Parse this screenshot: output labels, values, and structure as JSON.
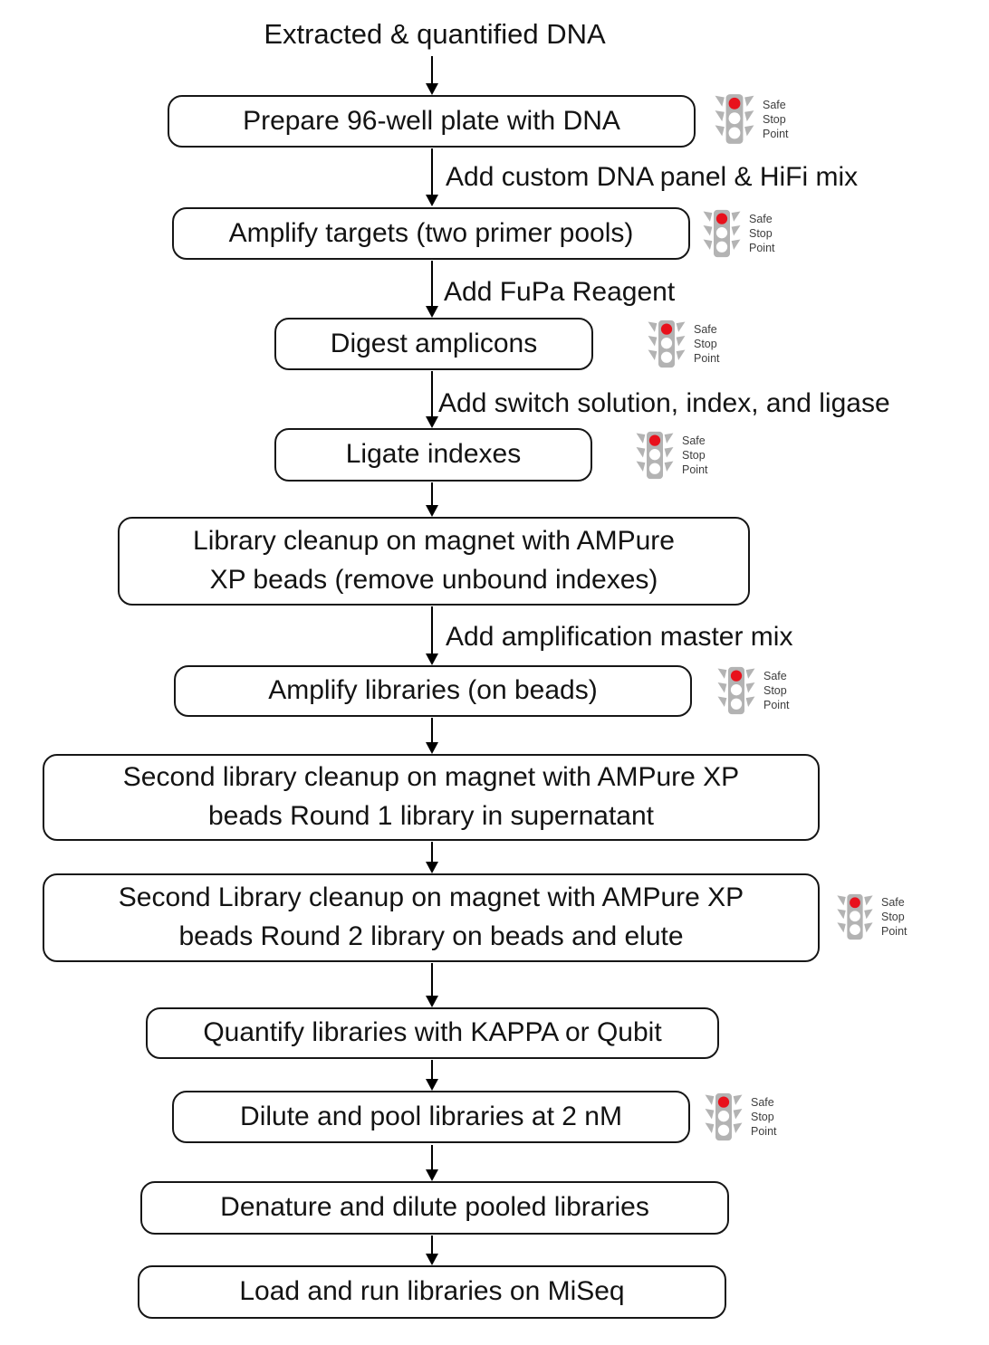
{
  "diagram": {
    "title": "Extracted & quantified DNA",
    "nodes": [
      {
        "id": "prepare-plate",
        "lines": [
          "Prepare 96-well plate with DNA"
        ],
        "safe_stop_point": true
      },
      {
        "id": "amplify-targets",
        "lines": [
          "Amplify targets (two primer pools)"
        ],
        "safe_stop_point": true
      },
      {
        "id": "digest-amplicons",
        "lines": [
          "Digest amplicons"
        ],
        "safe_stop_point": true
      },
      {
        "id": "ligate-indexes",
        "lines": [
          "Ligate indexes"
        ],
        "safe_stop_point": true
      },
      {
        "id": "library-cleanup",
        "lines": [
          "Library cleanup on magnet with AMPure",
          "XP beads (remove unbound indexes)"
        ],
        "safe_stop_point": false
      },
      {
        "id": "amplify-libraries",
        "lines": [
          "Amplify libraries (on beads)"
        ],
        "safe_stop_point": true
      },
      {
        "id": "second-cleanup-round-1",
        "lines": [
          "Second library cleanup on magnet with AMPure XP",
          "beads Round 1 library in supernatant"
        ],
        "safe_stop_point": false
      },
      {
        "id": "second-cleanup-round-2",
        "lines": [
          "Second Library cleanup on magnet with AMPure XP",
          "beads Round 2 library on beads and elute"
        ],
        "safe_stop_point": true
      },
      {
        "id": "quantify-libraries",
        "lines": [
          "Quantify libraries with KAPPA or Qubit"
        ],
        "safe_stop_point": false
      },
      {
        "id": "dilute-pool-libraries",
        "lines": [
          "Dilute and pool libraries at 2 nM"
        ],
        "safe_stop_point": true
      },
      {
        "id": "denature-dilute",
        "lines": [
          "Denature and dilute pooled libraries"
        ],
        "safe_stop_point": false
      },
      {
        "id": "load-run-miseq",
        "lines": [
          "Load and run libraries on MiSeq"
        ],
        "safe_stop_point": false
      }
    ],
    "edge_labels": [
      "Add custom DNA panel & HiFi mix",
      "Add FuPa Reagent",
      "Add switch solution, index, and ligase",
      "Add amplification master mix"
    ],
    "safe_stop_marker": {
      "lines": [
        "Safe",
        "Stop",
        "Point"
      ],
      "body_color": "#b3b3b3",
      "light_colors": [
        "#e8111c",
        "#ffffff",
        "#ffffff"
      ],
      "text_color": "#3d3d3d"
    }
  }
}
